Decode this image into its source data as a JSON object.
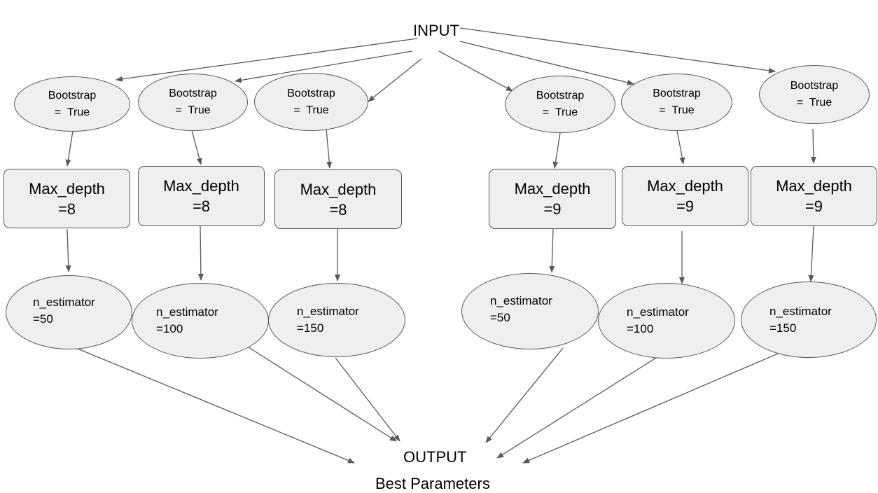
{
  "input_label": "INPUT",
  "output_label": "OUTPUT",
  "output_sublabel": "Best Parameters",
  "branches": [
    {
      "bootstrap": {
        "line1": "Bootstrap",
        "line2": "=  True"
      },
      "max_depth": {
        "line1": "Max_depth",
        "line2": "=8"
      },
      "n_estimator": {
        "line1": "n_estimator",
        "line2": "=50"
      }
    },
    {
      "bootstrap": {
        "line1": "Bootstrap",
        "line2": "=  True"
      },
      "max_depth": {
        "line1": "Max_depth",
        "line2": "=8"
      },
      "n_estimator": {
        "line1": "n_estimator",
        "line2": "=100"
      }
    },
    {
      "bootstrap": {
        "line1": "Bootstrap",
        "line2": "=  True"
      },
      "max_depth": {
        "line1": "Max_depth",
        "line2": "=8"
      },
      "n_estimator": {
        "line1": "n_estimator",
        "line2": "=150"
      }
    },
    {
      "bootstrap": {
        "line1": "Bootstrap",
        "line2": "=  True"
      },
      "max_depth": {
        "line1": "Max_depth",
        "line2": "=9"
      },
      "n_estimator": {
        "line1": "n_estimator",
        "line2": "=50"
      }
    },
    {
      "bootstrap": {
        "line1": "Bootstrap",
        "line2": "=  True"
      },
      "max_depth": {
        "line1": "Max_depth",
        "line2": "=9"
      },
      "n_estimator": {
        "line1": "n_estimator",
        "line2": "=100"
      }
    },
    {
      "bootstrap": {
        "line1": "Bootstrap",
        "line2": "=  True"
      },
      "max_depth": {
        "line1": "Max_depth",
        "line2": "=9"
      },
      "n_estimator": {
        "line1": "n_estimator",
        "line2": "=150"
      }
    }
  ],
  "colors": {
    "node_fill": "#efefef",
    "node_stroke": "#595959",
    "arrow": "#595959"
  }
}
